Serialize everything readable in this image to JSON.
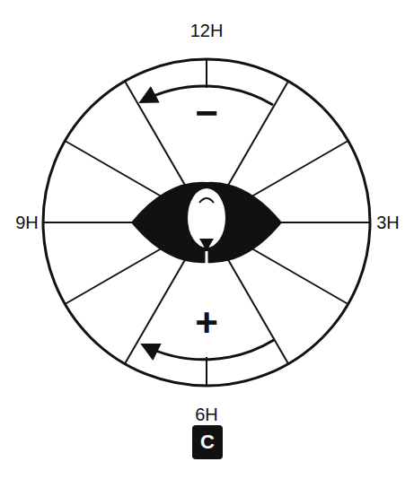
{
  "diagram": {
    "nodes": [
      {
        "text": [
          "C"
        ]
      }
    ],
    "labels": [
      "12H",
      "9H",
      "3H",
      "6H",
      "−",
      "+"
    ]
  }
}
